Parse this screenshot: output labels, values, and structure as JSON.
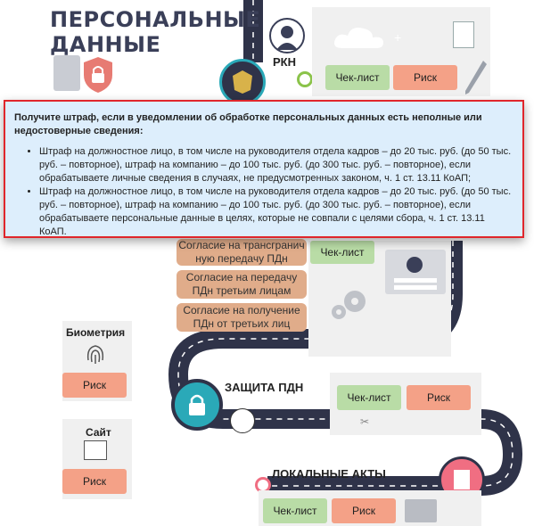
{
  "header": {
    "title_line1": "ПЕРСОНАЛЬНЫЕ",
    "title_line2": "ДАННЫЕ"
  },
  "rkn": {
    "label": "РКН"
  },
  "popup": {
    "title": "Получите штраф, если в уведомлении об обработке персональных данных есть неполные или недостоверные сведения:",
    "items": [
      "Штраф на должностное лицо, в том числе на руководителя отдела кадров – до 20 тыс. руб. (до 50 тыс. руб. – повторное), штраф на компанию – до 100 тыс. руб. (до 300 тыс. руб. – повторное), если обрабатываете личные сведения в случаях, не предусмотренных законом, ч. 1 ст. 13.11 КоАП;",
      "Штраф на должностное лицо, в том числе на руководителя отдела кадров – до 20 тыс. руб. (до 50 тыс. руб. – повторное), штраф на компанию – до 100 тыс. руб. (до 300 тыс. руб. – повторное), если обрабатываете персональные данные в целях, которые не совпали с целями сбора, ч. 1 ст. 13.11 КоАП."
    ]
  },
  "buttons": {
    "checklist": "Чек-лист",
    "risk": "Риск"
  },
  "consents": {
    "transborder": "Согласие на трансгранич ную передачу ПДн",
    "third_parties": "Согласие на передачу ПДн третьим лицам",
    "from_third": "Согласие на получение ПДн от третьих лиц"
  },
  "biometry": {
    "label": "Биометрия"
  },
  "site": {
    "label": "Сайт"
  },
  "protection": {
    "label": "ЗАЩИТА ПДН"
  },
  "local_acts": {
    "label": "ЛОКАЛЬНЫЕ АКТЫ"
  },
  "colors": {
    "road": "#2f3349",
    "teal": "#2aa9b8",
    "accent_red": "#e0262b",
    "green_btn": "#b9dca6",
    "red_btn": "#f4a187"
  }
}
